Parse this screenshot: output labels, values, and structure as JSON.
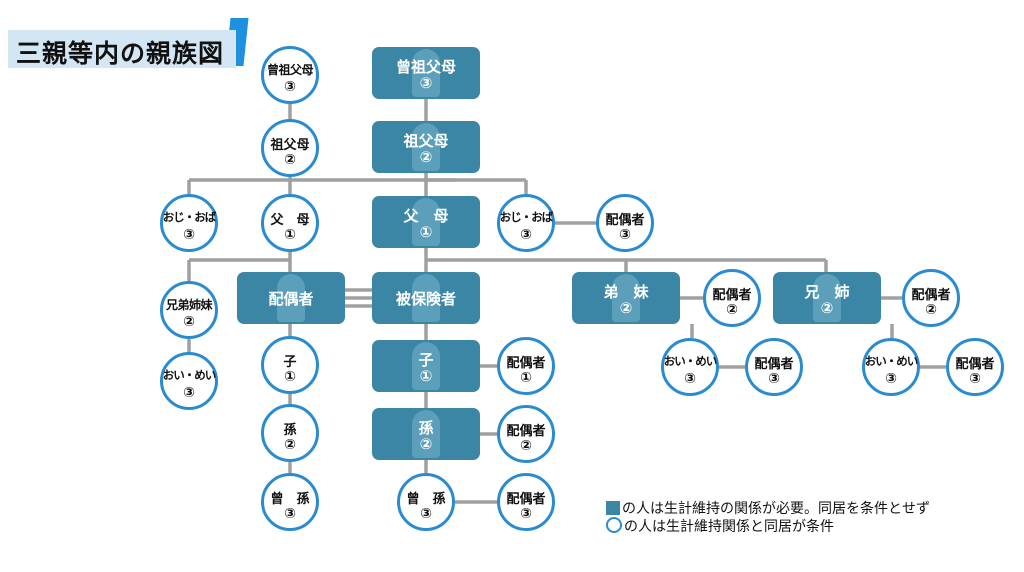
{
  "title": "三親等内の親族図",
  "colors": {
    "box": "#3b86a5",
    "circle_border": "#2a8bd0",
    "line": "#a0a0a0"
  },
  "nodes": [
    {
      "id": "own-great-grandparents",
      "shape": "box",
      "label": "曾祖父母",
      "degree": "③"
    },
    {
      "id": "own-grandparents",
      "shape": "box",
      "label": "祖父母",
      "degree": "②"
    },
    {
      "id": "own-parents",
      "shape": "box",
      "label": "父　母",
      "degree": "①"
    },
    {
      "id": "insured",
      "shape": "box",
      "label": "被保険者",
      "degree": ""
    },
    {
      "id": "spouse",
      "shape": "box",
      "label": "配偶者",
      "degree": ""
    },
    {
      "id": "child",
      "shape": "box",
      "label": "子",
      "degree": "①"
    },
    {
      "id": "grandchild",
      "shape": "box",
      "label": "孫",
      "degree": "②"
    },
    {
      "id": "younger-siblings",
      "shape": "box",
      "label": "弟　妹",
      "degree": "②"
    },
    {
      "id": "older-siblings",
      "shape": "box",
      "label": "兄　姉",
      "degree": "②"
    },
    {
      "id": "spouse-great-grandparents",
      "shape": "circle",
      "label": "曾祖父母",
      "degree": "③"
    },
    {
      "id": "spouse-grandparents",
      "shape": "circle",
      "label": "祖父母",
      "degree": "②"
    },
    {
      "id": "spouse-parents",
      "shape": "circle",
      "label": "父　母",
      "degree": "①"
    },
    {
      "id": "spouse-uncle-aunt",
      "shape": "circle",
      "label": "おじ・おば",
      "degree": "③"
    },
    {
      "id": "spouse-siblings",
      "shape": "circle",
      "label": "兄弟姉妹",
      "degree": "②"
    },
    {
      "id": "spouse-nephew-niece",
      "shape": "circle",
      "label": "おい・めい",
      "degree": "③"
    },
    {
      "id": "spouse-child",
      "shape": "circle",
      "label": "子",
      "degree": "①"
    },
    {
      "id": "spouse-grandchild",
      "shape": "circle",
      "label": "孫",
      "degree": "②"
    },
    {
      "id": "spouse-great-grandchild",
      "shape": "circle",
      "label": "曾　孫",
      "degree": "③"
    },
    {
      "id": "own-uncle-aunt",
      "shape": "circle",
      "label": "おじ・おば",
      "degree": "③"
    },
    {
      "id": "own-uncle-aunt-spouse",
      "shape": "circle",
      "label": "配偶者",
      "degree": "③"
    },
    {
      "id": "child-spouse",
      "shape": "circle",
      "label": "配偶者",
      "degree": "①"
    },
    {
      "id": "grandchild-spouse",
      "shape": "circle",
      "label": "配偶者",
      "degree": "②"
    },
    {
      "id": "great-grandchild",
      "shape": "circle",
      "label": "曾　孫",
      "degree": "③"
    },
    {
      "id": "great-grandchild-spouse",
      "shape": "circle",
      "label": "配偶者",
      "degree": "③"
    },
    {
      "id": "younger-siblings-spouse",
      "shape": "circle",
      "label": "配偶者",
      "degree": "②"
    },
    {
      "id": "younger-nephew-niece",
      "shape": "circle",
      "label": "おい・めい",
      "degree": "③"
    },
    {
      "id": "younger-nephew-niece-spouse",
      "shape": "circle",
      "label": "配偶者",
      "degree": "③"
    },
    {
      "id": "older-siblings-spouse",
      "shape": "circle",
      "label": "配偶者",
      "degree": "②"
    },
    {
      "id": "older-nephew-niece",
      "shape": "circle",
      "label": "おい・めい",
      "degree": "③"
    },
    {
      "id": "older-nephew-niece-spouse",
      "shape": "circle",
      "label": "配偶者",
      "degree": "③"
    }
  ],
  "legend": {
    "box_text": "の人は生計維持の関係が必要。同居を条件とせず",
    "circle_text": "の人は生計維持関係と同居が条件"
  }
}
